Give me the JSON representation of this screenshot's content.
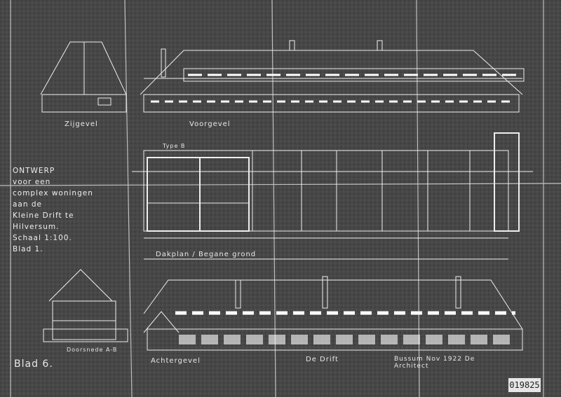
{
  "title_block": {
    "lines": [
      "ONTWERP",
      "voor een",
      "complex woningen",
      "aan de",
      "Kleine Drift te",
      "Hilversum.",
      "Schaal 1:100.",
      "Blad 1."
    ]
  },
  "labels": {
    "side_elevation": "Zijgevel",
    "front_elevation": "Voorgevel",
    "plan_type": "Type B",
    "plan_ground": "Dakplan / Begane grond",
    "section": "Doorsnede A-B",
    "rear_elevation": "Achtergevel",
    "street": "De Drift",
    "signature": "Bussum Nov 1922  De Architect",
    "sheet": "Blad 6."
  },
  "archive_number": "019825"
}
